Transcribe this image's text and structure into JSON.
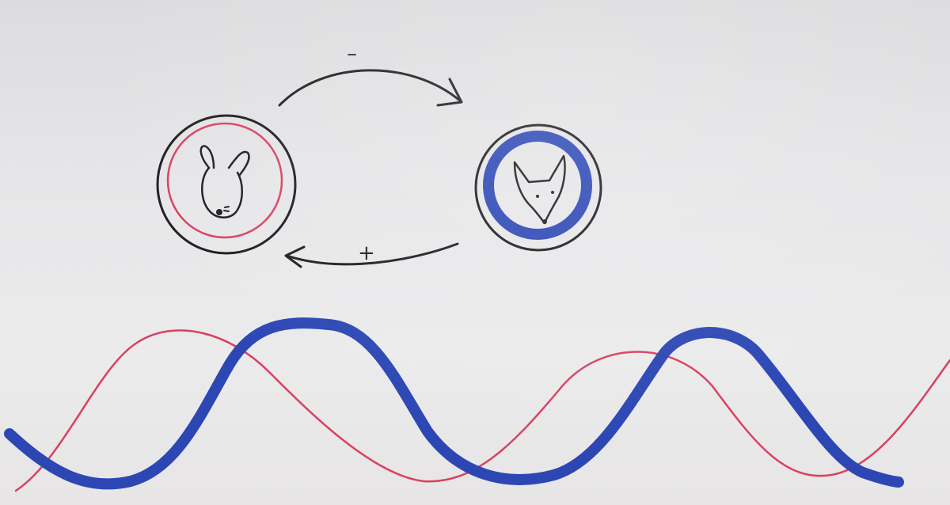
{
  "diagram": {
    "top_arrow": {
      "label": "–",
      "direction": "prey-to-predator"
    },
    "bottom_arrow": {
      "label": "+",
      "direction": "predator-to-prey"
    },
    "nodes": [
      {
        "id": "prey",
        "icon": "rabbit-icon",
        "ring_color": "#d8425f"
      },
      {
        "id": "predator",
        "icon": "fox-icon",
        "ring_color": "#2c47b4"
      }
    ],
    "colors": {
      "ink": "#1d1d22",
      "prey": "#d8425f",
      "predator": "#2c47b4"
    }
  }
}
